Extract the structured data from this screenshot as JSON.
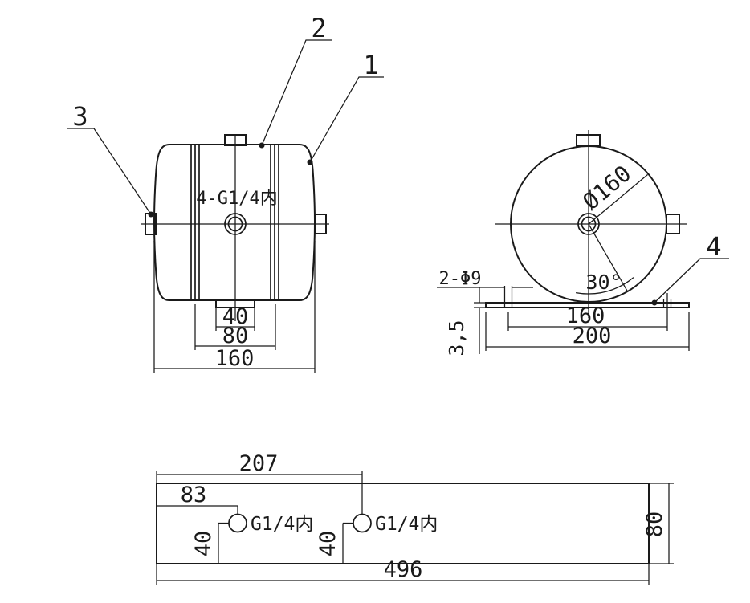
{
  "colors": {
    "line": "#1a1a1a",
    "background": "#ffffff"
  },
  "callouts": {
    "part1": "1",
    "part2": "2",
    "part3": "3",
    "part4": "4"
  },
  "front_view": {
    "port_label": "4-G1/4内",
    "dim_port_spacing": "40",
    "dim_seam_spacing": "80",
    "dim_length": "160"
  },
  "side_view": {
    "dim_diameter": "Ø160",
    "dim_angle": "30°",
    "holes_label": "2-Φ9",
    "dim_thickness": "3,5",
    "dim_hole_spacing": "160",
    "dim_plate_width": "200"
  },
  "bottom_view": {
    "port1_label": "G1/4内",
    "port2_label": "G1/4内",
    "dim_port2_x": "207",
    "dim_port1_x": "83",
    "dim_port1_y": "40",
    "dim_port2_y": "40",
    "dim_length": "496",
    "dim_width": "80"
  }
}
